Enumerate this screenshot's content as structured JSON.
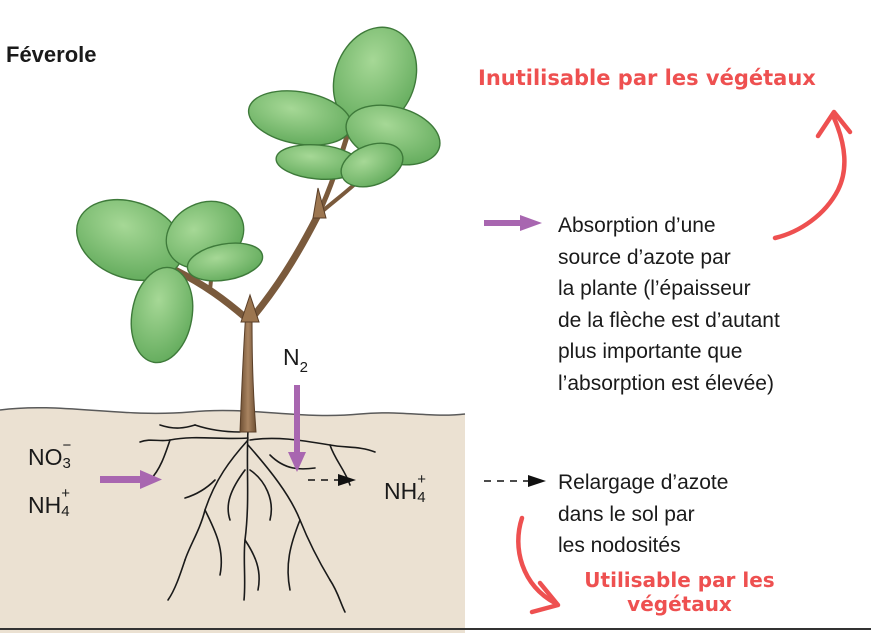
{
  "title": "Féverole",
  "labels": {
    "n2_base": "N",
    "n2_sub": "2",
    "no3_base": "NO",
    "no3_sub": "3",
    "no3_sup": "−",
    "nh4_base": "NH",
    "nh4_sub": "4",
    "nh4_sup": "+"
  },
  "legend": {
    "absorption": [
      "Absorption d’une",
      "source d’azote par",
      "la plante (l’épaisseur",
      "de la flèche est d’autant",
      "plus importante que",
      "l’absorption est élevée)"
    ],
    "release": [
      "Relargage d’azote",
      "dans le sol par",
      "les nodosités"
    ]
  },
  "annotations": {
    "top": "Inutilisable par les végétaux",
    "bottom_line1": "Utilisable par les",
    "bottom_line2": "végétaux"
  },
  "colors": {
    "soil": "#ebe1d2",
    "leaf": "#7cbf72",
    "stem": "#8c6a4a",
    "absorption_arrow": "#a866b0",
    "annotation": "#ee5050"
  }
}
